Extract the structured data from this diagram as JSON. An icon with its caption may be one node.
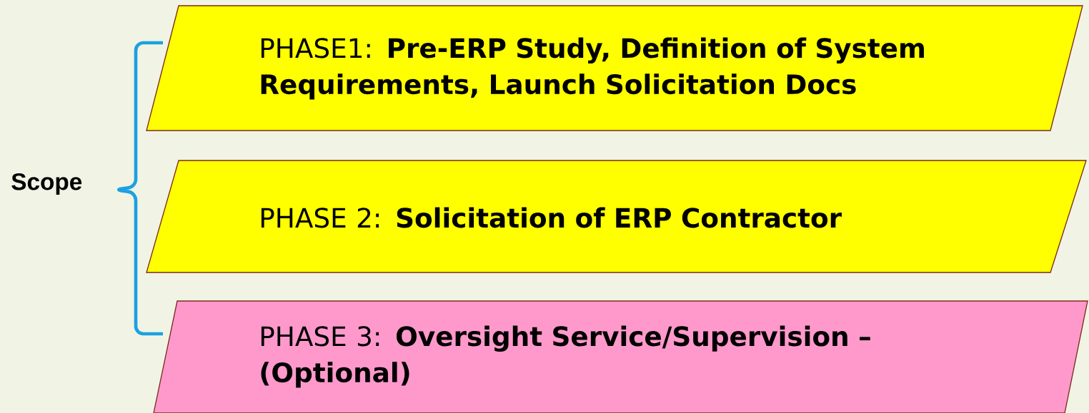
{
  "diagram": {
    "nodes": [
      {
        "text": [
          "PHASE1: **Pre-ERP Study, Definition of System Requirements, Launch Solicitation Docs**"
        ]
      },
      {
        "text": [
          "PHASE 2: **Solicitation of ERP Contractor**"
        ]
      },
      {
        "text": [
          "PHASE 3: **Oversight Service/Supervision – (Optional)**"
        ]
      }
    ],
    "labels": [
      "Scope"
    ]
  }
}
